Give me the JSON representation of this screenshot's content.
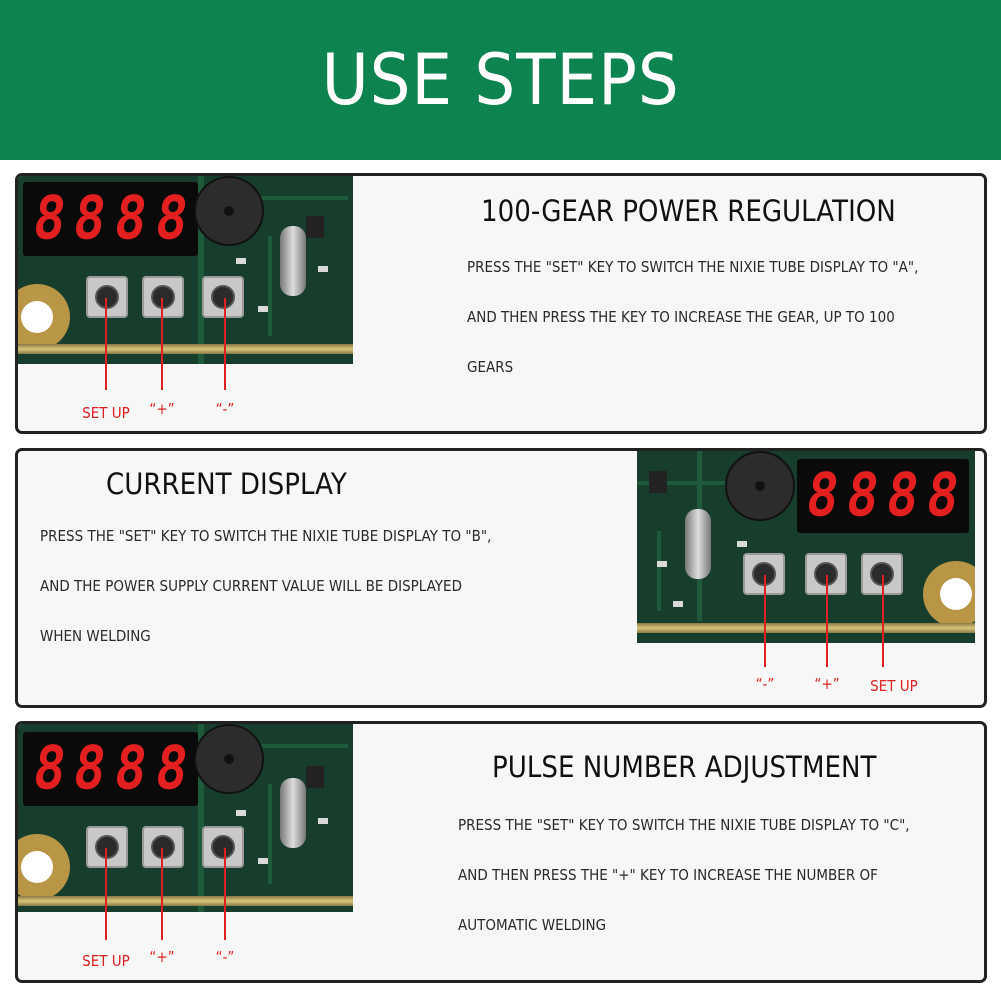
{
  "header": {
    "title": "USE STEPS"
  },
  "sections": [
    {
      "title": "100-GEAR POWER REGULATION",
      "lines": [
        "PRESS THE \"SET\" KEY TO SWITCH THE NIXIE TUBE DISPLAY TO \"A\",",
        "AND THEN PRESS THE KEY TO INCREASE THE GEAR, UP TO 100",
        "GEARS"
      ],
      "display_digits": [
        "8",
        "8",
        "8",
        "8"
      ],
      "labels": [
        "SET UP",
        "“+”",
        "“-”"
      ]
    },
    {
      "title": "CURRENT DISPLAY",
      "lines": [
        "PRESS THE \"SET\" KEY TO SWITCH THE NIXIE TUBE DISPLAY TO \"B\",",
        "AND THE POWER SUPPLY CURRENT VALUE WILL BE DISPLAYED",
        "WHEN WELDING"
      ],
      "display_digits": [
        "8",
        "8",
        "8",
        "8"
      ],
      "labels": [
        "“-”",
        "“+”",
        "SET UP"
      ]
    },
    {
      "title": "PULSE NUMBER ADJUSTMENT",
      "lines": [
        "PRESS THE \"SET\" KEY TO SWITCH THE NIXIE TUBE DISPLAY TO \"C\",",
        "AND THEN PRESS THE \"+\" KEY TO INCREASE THE NUMBER OF",
        "AUTOMATIC WELDING"
      ],
      "display_digits": [
        "8",
        "8",
        "8",
        "8"
      ],
      "labels": [
        "SET UP",
        "“+”",
        "“-”"
      ]
    }
  ],
  "colors": {
    "header_bg": "#0d8350",
    "header_text": "#ffffff",
    "label_red": "#e02020",
    "segment_red": "#e3201f",
    "board_green": "#173d2c"
  },
  "icons": [
    "circuit-board-photo",
    "seven-segment-display",
    "buzzer",
    "push-button",
    "crystal-oscillator"
  ]
}
